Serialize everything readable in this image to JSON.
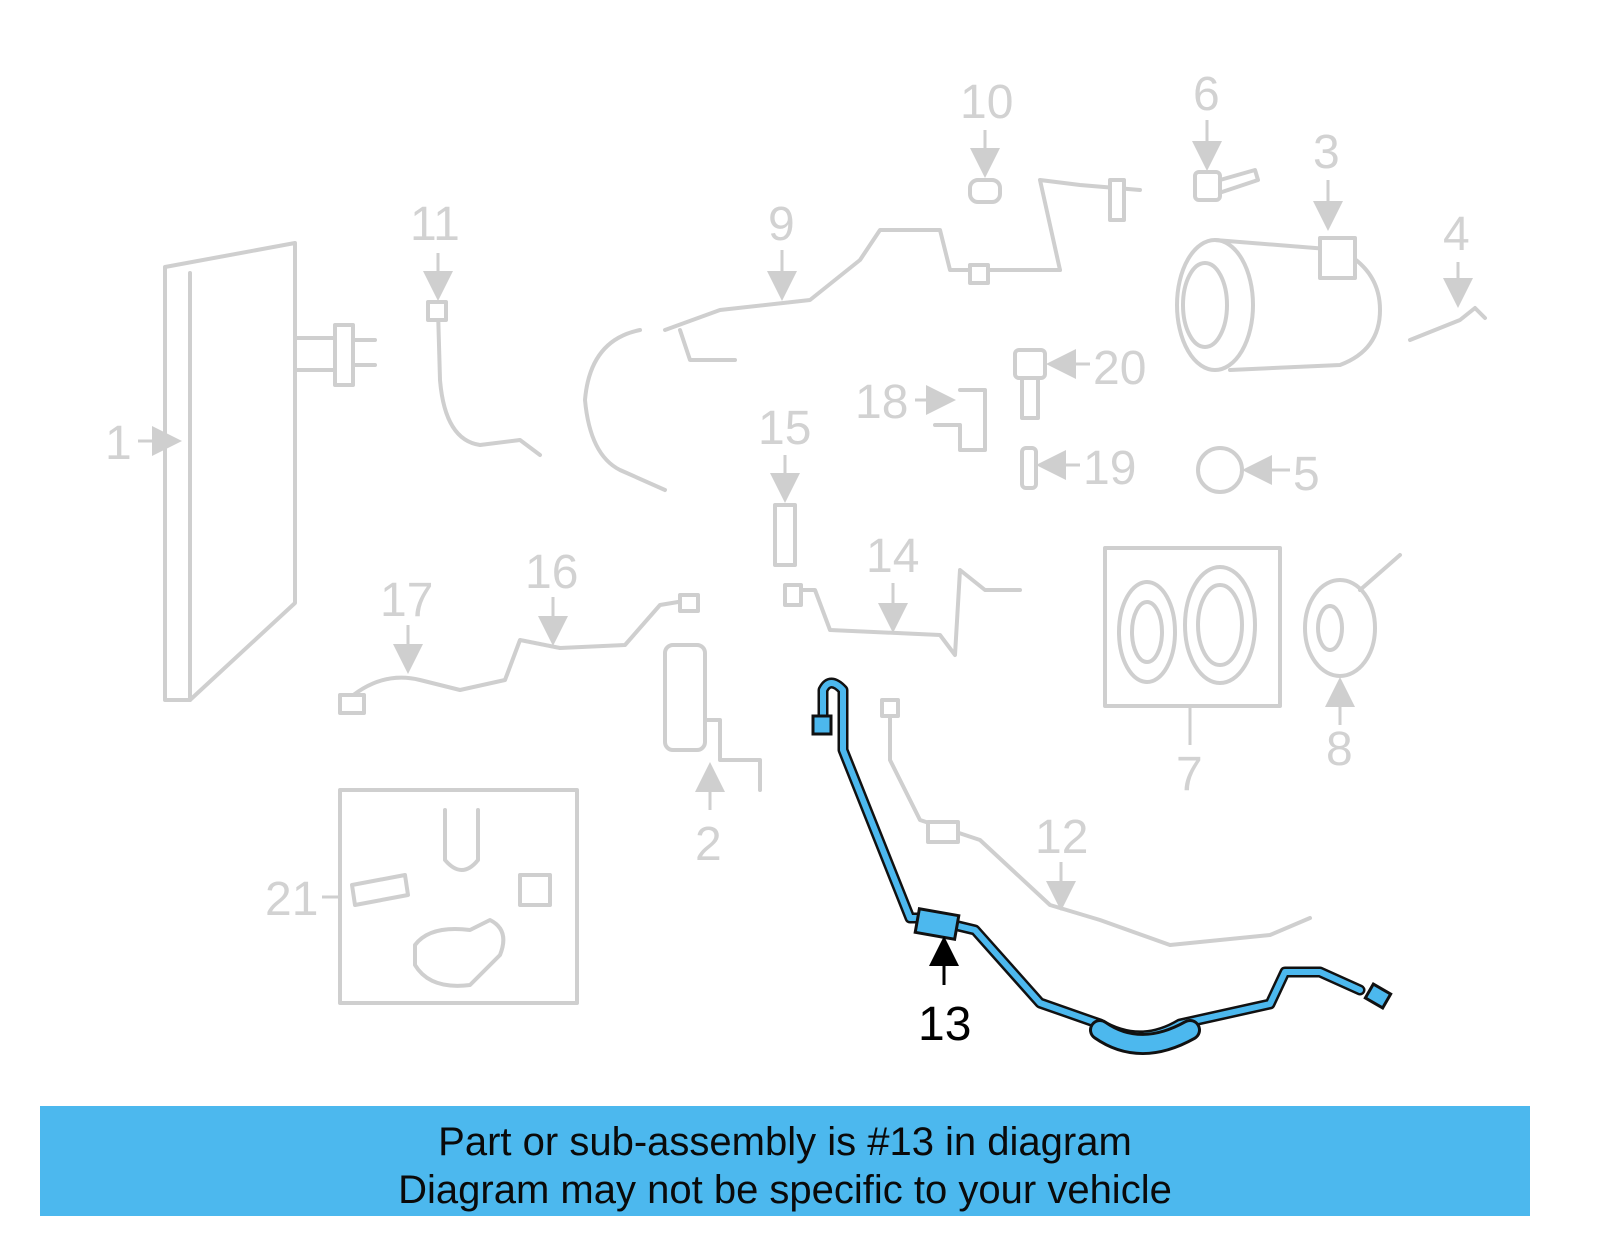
{
  "diagram": {
    "callouts": {
      "c1": "1",
      "c2": "2",
      "c3": "3",
      "c4": "4",
      "c5": "5",
      "c6": "6",
      "c7": "7",
      "c8": "8",
      "c9": "9",
      "c10": "10",
      "c11": "11",
      "c12": "12",
      "c13": "13",
      "c14": "14",
      "c15": "15",
      "c16": "16",
      "c17": "17",
      "c18": "18",
      "c19": "19",
      "c20": "20",
      "c21": "21"
    },
    "highlight_color": "#4cb8ee"
  },
  "banner": {
    "line1": "Part or sub-assembly is #13 in diagram",
    "line2": "Diagram may not be specific to your vehicle",
    "background": "#4cb8ee"
  }
}
